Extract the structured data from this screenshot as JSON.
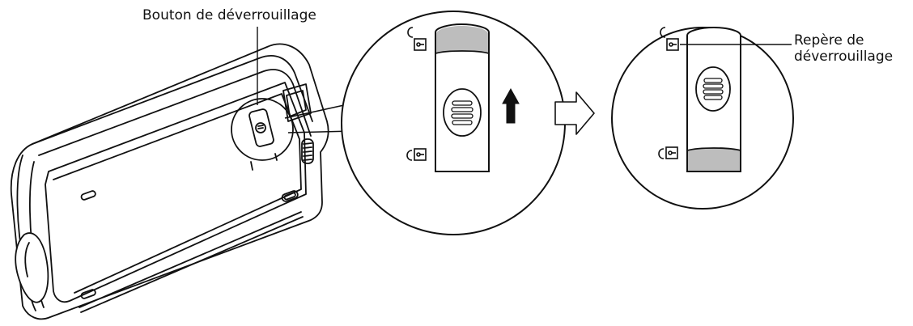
{
  "labels": {
    "unlock_button": "Bouton de déverrouillage",
    "unlock_mark_line1": "Repère de",
    "unlock_mark_line2": "déverrouillage"
  },
  "colors": {
    "line": "#111111",
    "slider_band": "#bdbdbd",
    "background": "#ffffff"
  },
  "icons": [
    "padlock-icon",
    "up-arrow-icon",
    "right-hollow-arrow-icon"
  ]
}
